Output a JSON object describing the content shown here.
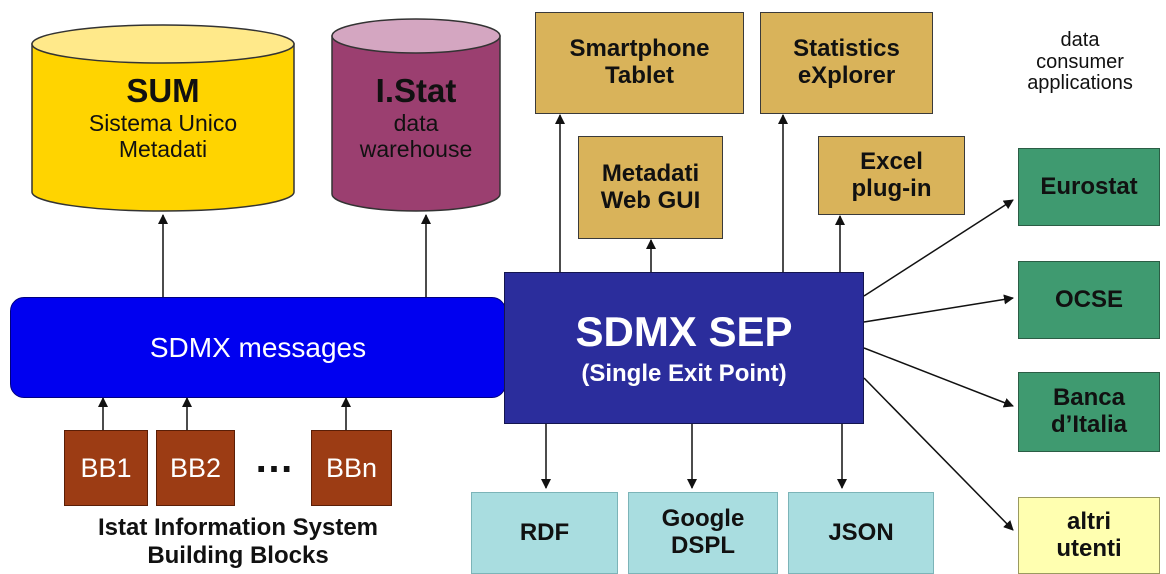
{
  "sum": {
    "title": "SUM",
    "line1": "Sistema Unico",
    "line2": "Metadati"
  },
  "istat": {
    "title": "I.Stat",
    "line1": "data",
    "line2": "warehouse"
  },
  "sdmx_messages": "SDMX messages",
  "sep": {
    "title": "SDMX SEP",
    "subtitle": "(Single Exit Point)"
  },
  "building_blocks": [
    "BB1",
    "BB2",
    "BBn"
  ],
  "ellipsis": "…",
  "bb_caption": {
    "line1": "Istat Information System",
    "line2": "Building Blocks"
  },
  "consumer_caption": {
    "line1": "data",
    "line2": "consumer",
    "line3": "applications"
  },
  "top_apps": {
    "smartphone": {
      "line1": "Smartphone",
      "line2": "Tablet"
    },
    "statistics": {
      "line1": "Statistics",
      "line2": "eXplorer"
    },
    "metadati": {
      "line1": "Metadati",
      "line2": "Web GUI"
    },
    "excel": {
      "line1": "Excel",
      "line2": "plug-in"
    }
  },
  "right_consumers": {
    "eurostat": "Eurostat",
    "ocse": "OCSE",
    "banca": {
      "line1": "Banca",
      "line2": "d’Italia"
    },
    "altri": {
      "line1": "altri",
      "line2": "utenti"
    }
  },
  "formats": {
    "rdf": "RDF",
    "google": {
      "line1": "Google",
      "line2": "DSPL"
    },
    "json": "JSON"
  },
  "colors": {
    "sum_cylinder": "#ffd400",
    "istat_cylinder": "#9b3f70",
    "sdmx_messages": "#0000f0",
    "sep": "#2b2d9c",
    "app_box": "#d9b35a",
    "consumer_box": "#3f9a70",
    "format_box": "#a9dde0",
    "altri_box": "#ffffb0",
    "building_block": "#9c3c14"
  }
}
